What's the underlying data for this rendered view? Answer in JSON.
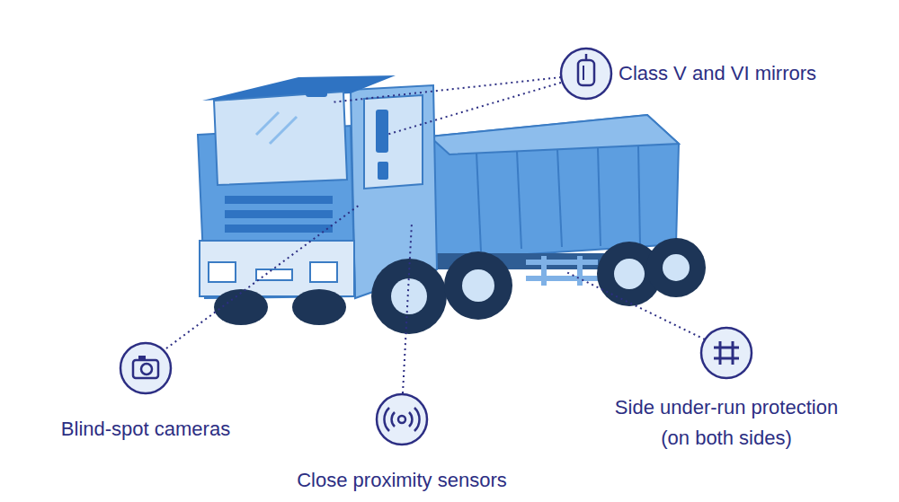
{
  "diagram": {
    "labels": [
      "Class V and VI mirrors",
      "Blind-spot cameras",
      "Close proximity sensors",
      "Side under-run protection (on both sides)"
    ]
  }
}
